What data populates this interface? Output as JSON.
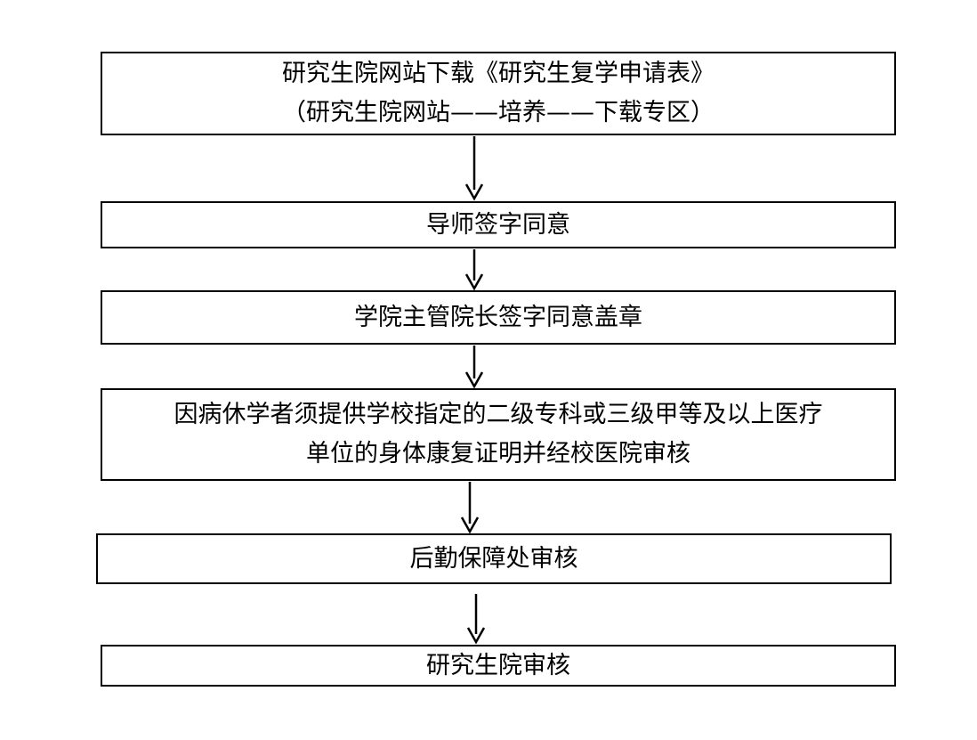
{
  "flowchart": {
    "steps": [
      {
        "lines": [
          "研究生院网站下载《研究生复学申请表》",
          "（研究生院网站——培养——下载专区）"
        ]
      },
      {
        "lines": [
          "导师签字同意"
        ]
      },
      {
        "lines": [
          "学院主管院长签字同意盖章"
        ]
      },
      {
        "lines": [
          "因病休学者须提供学校指定的二级专科或三级甲等及以上医疗",
          "单位的身体康复证明并经校医院审核"
        ]
      },
      {
        "lines": [
          "后勤保障处审核"
        ]
      },
      {
        "lines": [
          "研究生院审核"
        ]
      }
    ]
  },
  "colors": {
    "stroke": "#000000",
    "background": "#ffffff",
    "text": "#000000"
  }
}
